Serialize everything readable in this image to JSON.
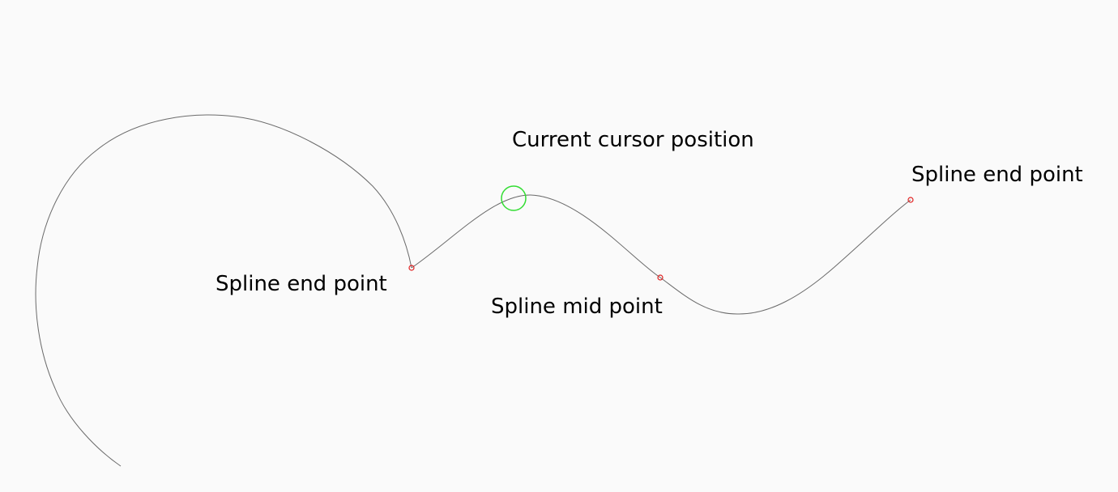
{
  "labels": {
    "cursor": "Current cursor position",
    "end_point_right": "Spline end point",
    "end_point_left": "Spline end point",
    "mid_point": "Spline mid point"
  },
  "colors": {
    "background": "#fafafa",
    "curve": "#6b6b6b",
    "control_point": "#e02020",
    "cursor_marker": "#33dd33"
  }
}
